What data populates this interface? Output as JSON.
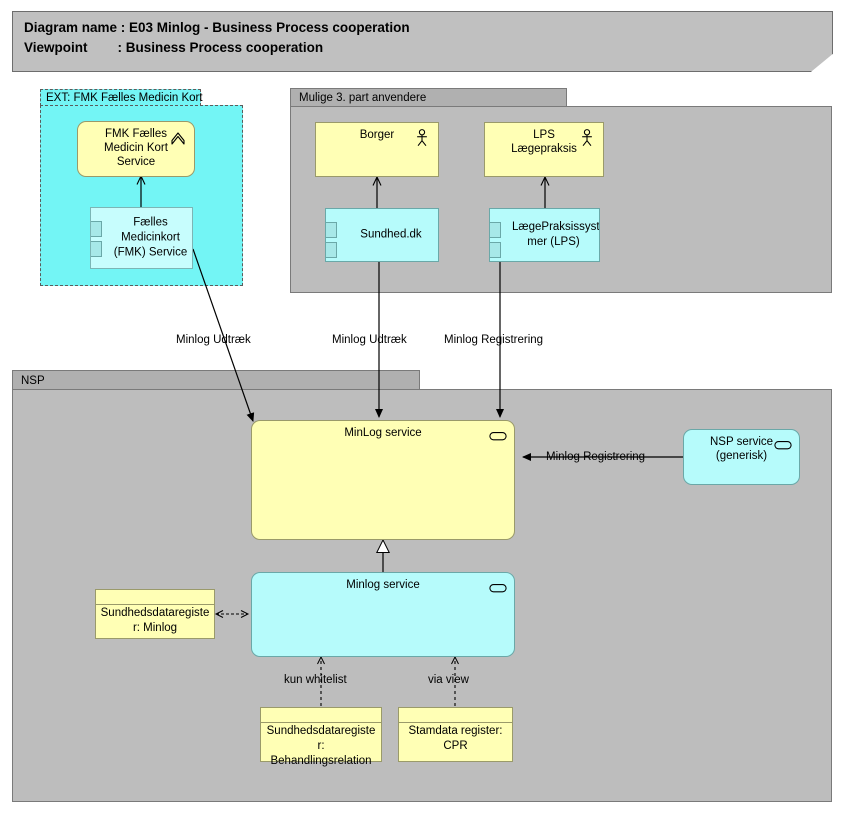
{
  "title_note": {
    "line1": "Diagram name : E03 Minlog - Business Process cooperation",
    "line2": "Viewpoint        : Business Process cooperation"
  },
  "groups": [
    {
      "id": "fmk",
      "label": "EXT: FMK Fælles Medicin Kort"
    },
    {
      "id": "mulige",
      "label": "Mulige 3. part anvendere"
    },
    {
      "id": "nsp",
      "label": "NSP"
    }
  ],
  "nodes": [
    {
      "id": "fmk-service-yellow",
      "label": "FMK Fælles\nMedicin Kort\nService",
      "icon": "chevron-up-icon"
    },
    {
      "id": "fmk-component",
      "label": "Fælles\nMedicinkort\n(FMK) Service",
      "icon": "component-icon"
    },
    {
      "id": "borger",
      "label": "Borger",
      "icon": "actor-icon"
    },
    {
      "id": "lps-laegepraksis",
      "label": "LPS\nLægepraksis",
      "icon": "actor-icon"
    },
    {
      "id": "sundhed-dk",
      "label": "Sundhed.dk",
      "icon": "component-icon"
    },
    {
      "id": "lps-system",
      "label": "LægePraksissyste\nmer (LPS)",
      "icon": "component-icon"
    },
    {
      "id": "minlog-service-yellow",
      "label": "MinLog service",
      "icon": "service-oval-icon"
    },
    {
      "id": "nsp-service",
      "label": "NSP service\n(generisk)",
      "icon": "service-oval-icon"
    },
    {
      "id": "minlog-service-cyan",
      "label": "Minlog service",
      "icon": "service-oval-icon"
    },
    {
      "id": "sdr-minlog",
      "label": "Sundhedsdataregiste\nr: Minlog",
      "icon": "business-object-icon"
    },
    {
      "id": "sdr-behandlingsrelation",
      "label": "Sundhedsdataregiste\nr:\nBehandlingsrelation",
      "icon": "business-object-icon"
    },
    {
      "id": "stamdata-cpr",
      "label": "Stamdata register:\nCPR",
      "icon": "business-object-icon"
    }
  ],
  "edge_labels": [
    {
      "id": "minlog-udtraek-fmk",
      "text": "Minlog Udtræk"
    },
    {
      "id": "minlog-udtraek-sundhed",
      "text": "Minlog Udtræk"
    },
    {
      "id": "minlog-registrering-lps",
      "text": "Minlog Registrering"
    },
    {
      "id": "minlog-registrering-nsp",
      "text": "Minlog Registrering"
    },
    {
      "id": "kun-whitelist",
      "text": "kun whitelist"
    },
    {
      "id": "via-view",
      "text": "via view"
    }
  ],
  "colors": {
    "yellow_fill": "#ffffb5",
    "cyan_fill": "#b6fbfb",
    "cyan_group_fill": "#73f5f5",
    "grey_group_fill": "#bdbdbd",
    "grey_tab_fill": "#b0b0b0",
    "note_fill": "#c0c0c0",
    "line": "#000000"
  }
}
